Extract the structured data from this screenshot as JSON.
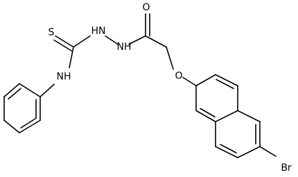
{
  "structure": {
    "atoms": {
      "o_carbonyl": "O",
      "s_thione": "S",
      "nh_hydrazide_upper": "HN",
      "nh_hydrazide_lower": "NH",
      "nh_anilino": "NH",
      "o_ether": "O",
      "br": "Br"
    }
  }
}
